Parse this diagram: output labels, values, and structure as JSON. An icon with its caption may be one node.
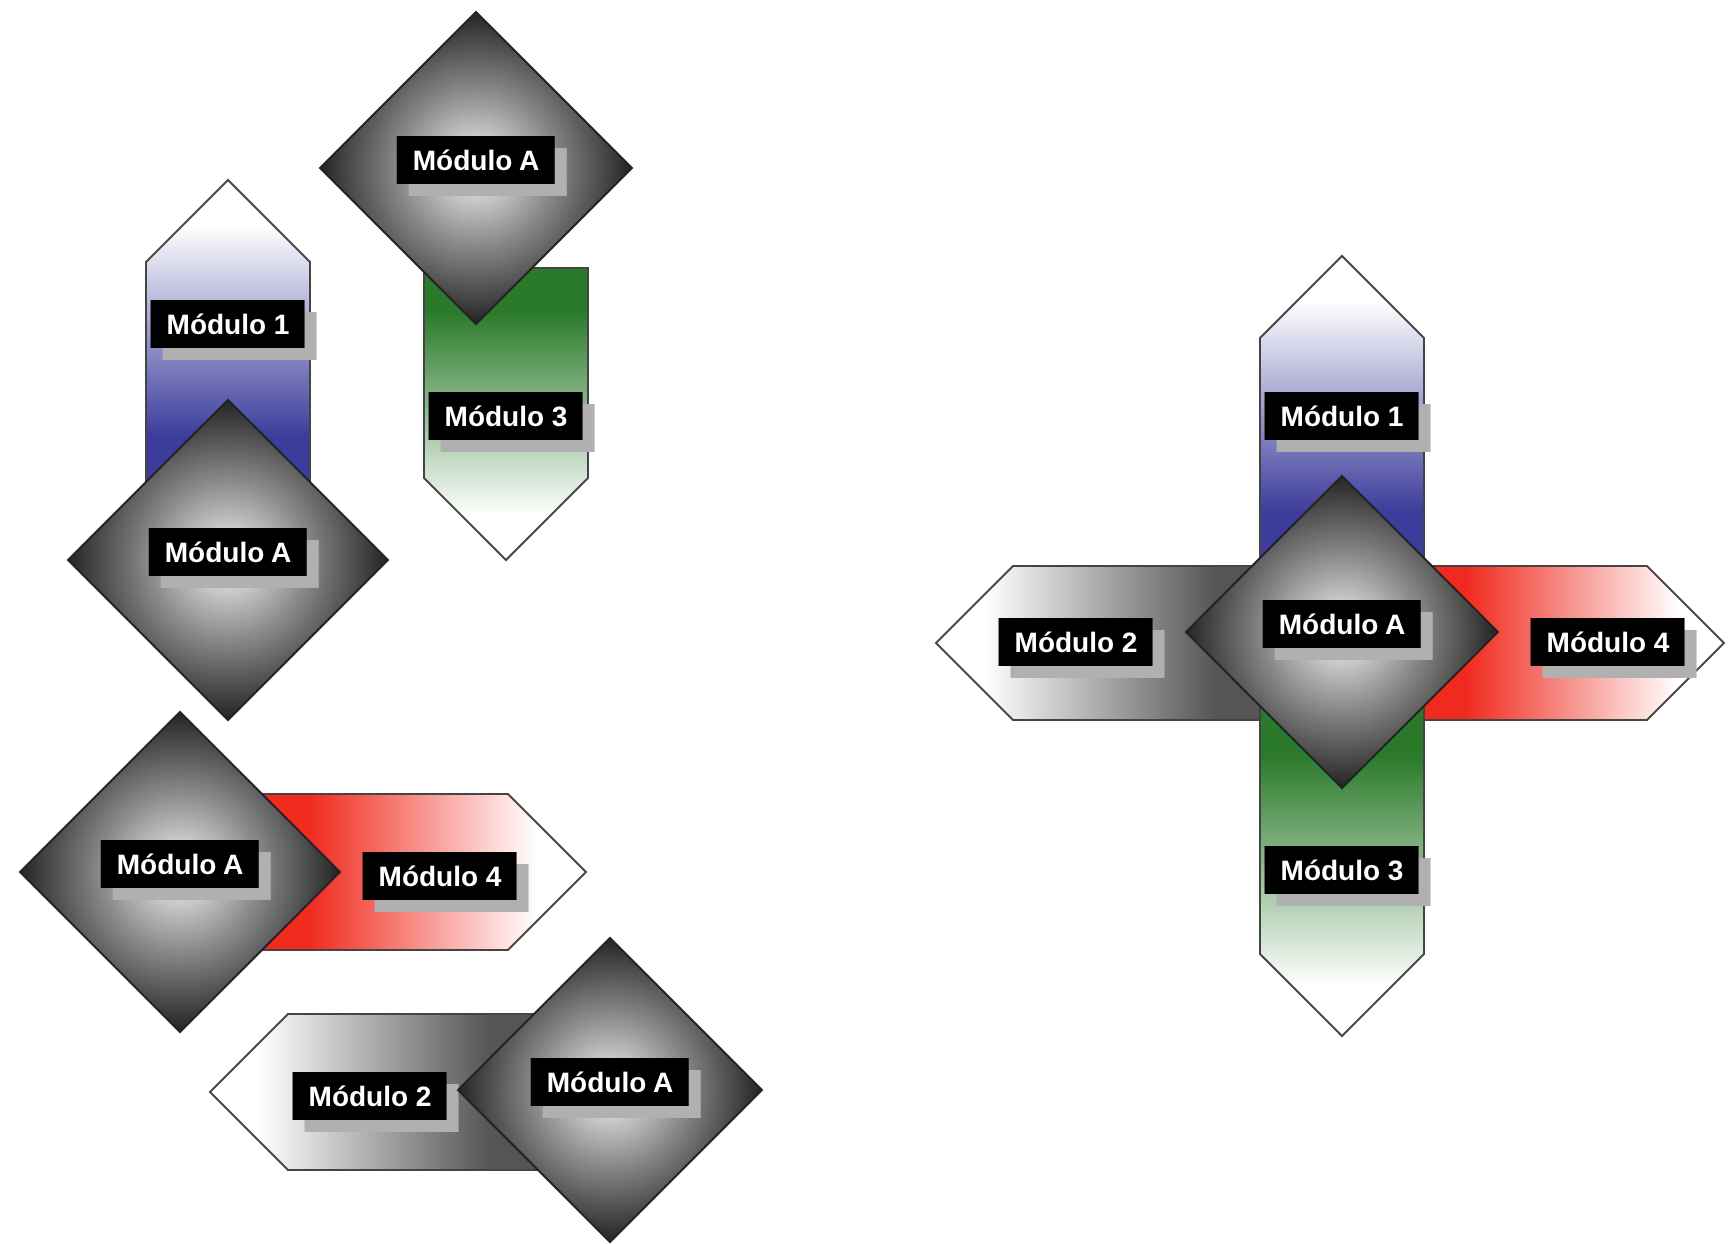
{
  "diagram": {
    "nodes": [
      {
        "text": [
          "Módulo A"
        ]
      },
      {
        "text": [
          "Módulo 1"
        ]
      },
      {
        "text": [
          "Módulo 3"
        ]
      },
      {
        "text": [
          "Módulo A"
        ]
      },
      {
        "text": [
          "Módulo A"
        ]
      },
      {
        "text": [
          "Módulo 4"
        ]
      },
      {
        "text": [
          "Módulo 2"
        ]
      },
      {
        "text": [
          "Módulo A"
        ]
      },
      {
        "text": [
          "Módulo 1"
        ]
      },
      {
        "text": [
          "Módulo 2"
        ]
      },
      {
        "text": [
          "Módulo A"
        ]
      },
      {
        "text": [
          "Módulo 4"
        ]
      },
      {
        "text": [
          "Módulo 3"
        ]
      }
    ]
  }
}
